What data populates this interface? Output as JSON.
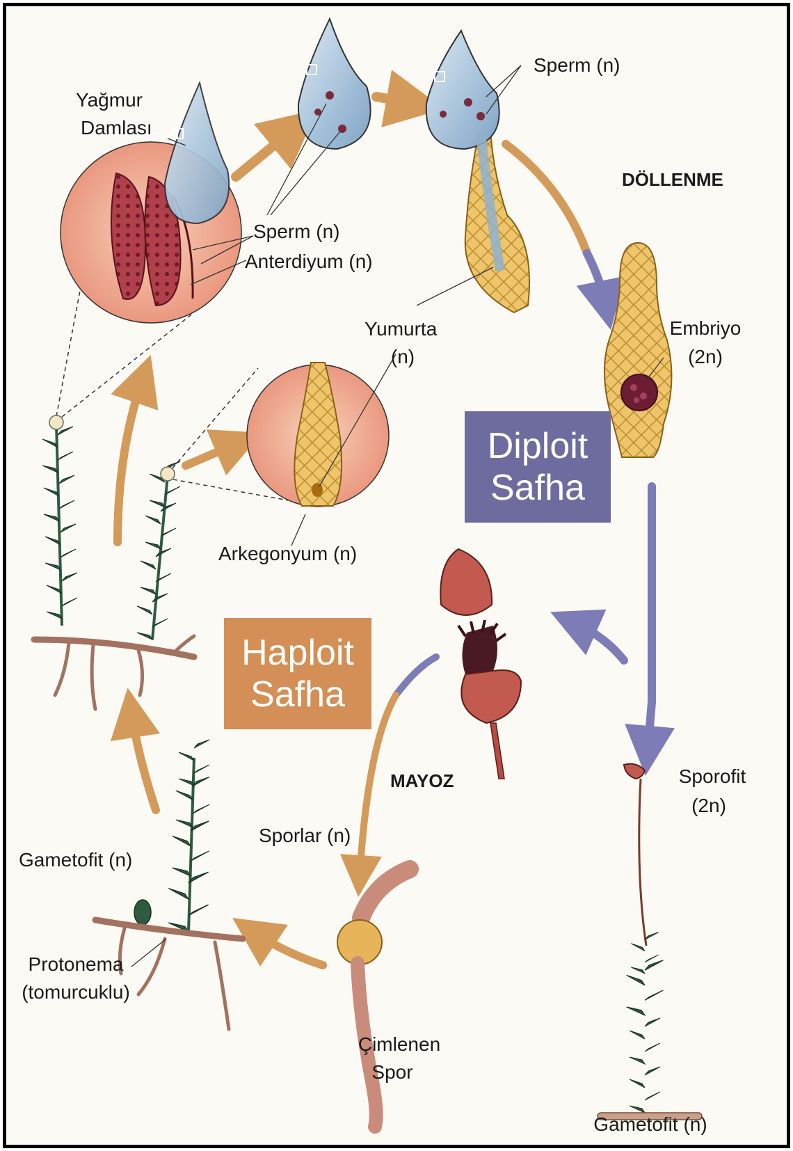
{
  "colors": {
    "haploid_arrow": "#d49a5a",
    "diploid_arrow": "#7d7cb6",
    "haploit_box": "#d38f55",
    "diploit_box": "#6e6c9e",
    "moss_green": "#2e5a3f",
    "capsule_red": "#b84a44",
    "cell_yellow": "#e8bd5c",
    "droplet_blue": "#a9c6de"
  },
  "labels": {
    "yagmur": "Yağmur",
    "damlasi": "Damlası",
    "sperm_left": "Sperm (n)",
    "sperm_top": "Sperm (n)",
    "anterdiyum": "Anterdiyum (n)",
    "dollenme": "DÖLLENME",
    "yumurta": "Yumurta",
    "yumurta_n": "(n)",
    "embriyo": "Embriyo",
    "embriyo_2n": "(2n)",
    "arkegonyum": "Arkegonyum (n)",
    "mayoz": "MAYOZ",
    "sporofit": "Sporofit",
    "sporofit_2n": "(2n)",
    "sporlar": "Sporlar (n)",
    "gametofit_left": "Gametofit (n)",
    "protonema": "Protonema",
    "tomurcuklu": "(tomurcuklu)",
    "cimlenen": "Çimlenen",
    "spor": "Spor",
    "gametofit_bottom": "Gametofit (n)"
  },
  "phases": {
    "diploit_1": "Diploit",
    "diploit_2": "Safha",
    "haploit_1": "Haploit",
    "haploit_2": "Safha"
  },
  "icons": [
    "raindrop-icon",
    "antheridium-icon",
    "archegonium-icon",
    "embryo-icon",
    "capsule-icon",
    "spore-icon",
    "moss-gametophyte-icon"
  ]
}
